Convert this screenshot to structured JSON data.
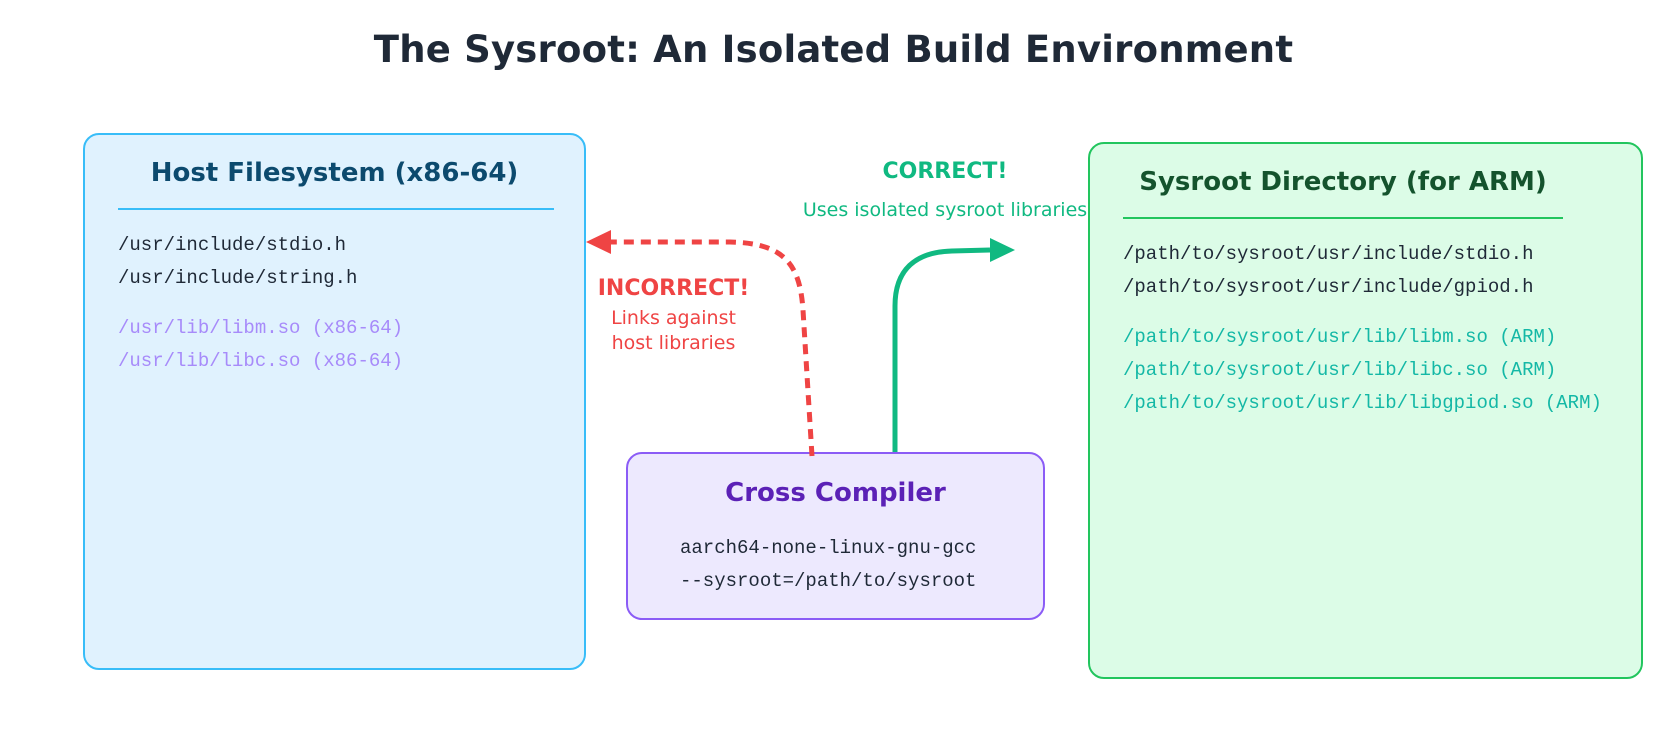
{
  "title": "The Sysroot: An Isolated Build Environment",
  "host": {
    "title": "Host Filesystem (x86-64)",
    "includes": [
      "/usr/include/stdio.h",
      "/usr/include/string.h"
    ],
    "libs": [
      "/usr/lib/libm.so (x86-64)",
      "/usr/lib/libc.so (x86-64)"
    ]
  },
  "sysroot": {
    "title": "Sysroot Directory (for ARM)",
    "includes": [
      "/path/to/sysroot/usr/include/stdio.h",
      "/path/to/sysroot/usr/include/gpiod.h"
    ],
    "libs": [
      "/path/to/sysroot/usr/lib/libm.so (ARM)",
      "/path/to/sysroot/usr/lib/libc.so (ARM)",
      "/path/to/sysroot/usr/lib/libgpiod.so (ARM)"
    ]
  },
  "compiler": {
    "title": "Cross Compiler",
    "command": [
      "aarch64-none-linux-gnu-gcc",
      "--sysroot=/path/to/sysroot"
    ]
  },
  "incorrect": {
    "heading": "INCORRECT!",
    "lines": [
      "Links against",
      "host libraries"
    ]
  },
  "correct": {
    "heading": "CORRECT!",
    "sub": "Uses isolated sysroot libraries"
  },
  "colors": {
    "incorrect": "#ef4444",
    "correct": "#10b981"
  }
}
